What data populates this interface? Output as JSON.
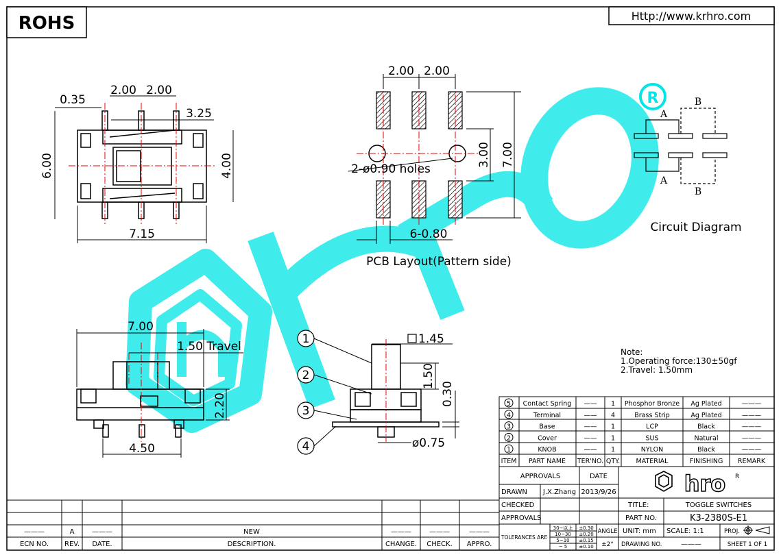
{
  "header": {
    "rohs": "ROHS",
    "url": "Http://www.krhro.com"
  },
  "top_view": {
    "d035": "0.35",
    "d200a": "2.00",
    "d200b": "2.00",
    "d325": "3.25",
    "d600": "6.00",
    "d400": "4.00",
    "d715": "7.15"
  },
  "pcb": {
    "d200a": "2.00",
    "d200b": "2.00",
    "holes": "2-ø0.90 holes",
    "d300": "3.00",
    "d700": "7.00",
    "d080": "6-0.80",
    "title": "PCB Layout(Pattern side)"
  },
  "circuit": {
    "a_top": "A",
    "b_top": "B",
    "a_bot": "A",
    "b_bot": "B",
    "title": "Circuit Diagram",
    "registered": "R"
  },
  "side_view": {
    "d700": "7.00",
    "travel": "1.50 Travel",
    "d220": "2.20",
    "d450": "4.50"
  },
  "front_view": {
    "b1": "1",
    "b2": "2",
    "b3": "3",
    "b4": "4",
    "d145": "1.45",
    "d150": "1.50",
    "d030": "0.30",
    "d075": "ø0.75"
  },
  "note": {
    "l1": "Note:",
    "l2": "1.Operating force:130±50gf",
    "l3": "2.Travel: 1.50mm"
  },
  "bom": {
    "rows": [
      {
        "item": "5",
        "name": "Contact Spring",
        "ter": "——",
        "qty": "1",
        "material": "Phosphor Bronze",
        "finishing": "Ag Plated",
        "remark": "———"
      },
      {
        "item": "4",
        "name": "Terminal",
        "ter": "——",
        "qty": "4",
        "material": "Brass Strip",
        "finishing": "Ag Plated",
        "remark": "———"
      },
      {
        "item": "3",
        "name": "Base",
        "ter": "——",
        "qty": "1",
        "material": "LCP",
        "finishing": "Black",
        "remark": "———"
      },
      {
        "item": "2",
        "name": "Cover",
        "ter": "——",
        "qty": "1",
        "material": "SUS",
        "finishing": "Natural",
        "remark": "———"
      },
      {
        "item": "1",
        "name": "KNOB",
        "ter": "——",
        "qty": "1",
        "material": "NYLON",
        "finishing": "Black",
        "remark": "———"
      }
    ],
    "headers": {
      "item": "ITEM",
      "name": "PART NAME",
      "ter": "TER'NO.",
      "qty": "QTY.",
      "material": "MATERIAL",
      "finishing": "FINISHING",
      "remark": "REMARK"
    }
  },
  "title_block": {
    "approvals_h": "APPROVALS",
    "date_h": "DATE",
    "drawn": "DRAWN",
    "drawn_by": "J.X.Zhang",
    "drawn_date": "2013/9/26",
    "checked": "CHECKED",
    "approvals": "APPROVALS",
    "tolerances": "TOLERANCES ARE",
    "tol_ranges": [
      "30~以上",
      "10~30",
      "5~10",
      "~ 5"
    ],
    "tol_values": [
      "±0.30",
      "±0.20",
      "±0.15",
      "±0.10"
    ],
    "angle": "ANGLE",
    "angle_value": "±2°",
    "title_label": "TITLE:",
    "title_value": "TOGGLE SWITCHES",
    "partno_label": "PART NO.",
    "partno_value": "K3-2380S-E1",
    "unit": "UNIT: mm",
    "scale": "SCALE: 1:1",
    "proj": "PROJ.",
    "drawing_no": "DRAWING NO.",
    "drawing_no_value": "———",
    "sheet": "SHEET 1 OF 1",
    "logo": "hro"
  },
  "revision": {
    "ecn_value": "———",
    "rev_value": "A",
    "date_value": "———",
    "desc_value": "NEW",
    "change_value": "———",
    "check_value": "———",
    "appro_value": "———",
    "ecn": "ECN NO.",
    "rev": "REV.",
    "date": "DATE.",
    "desc": "DESCRIPTION.",
    "change": "CHANGE.",
    "check": "CHECK.",
    "appro": "APPRO."
  },
  "watermark": {
    "text": "hro",
    "color": "#00e5e5"
  }
}
